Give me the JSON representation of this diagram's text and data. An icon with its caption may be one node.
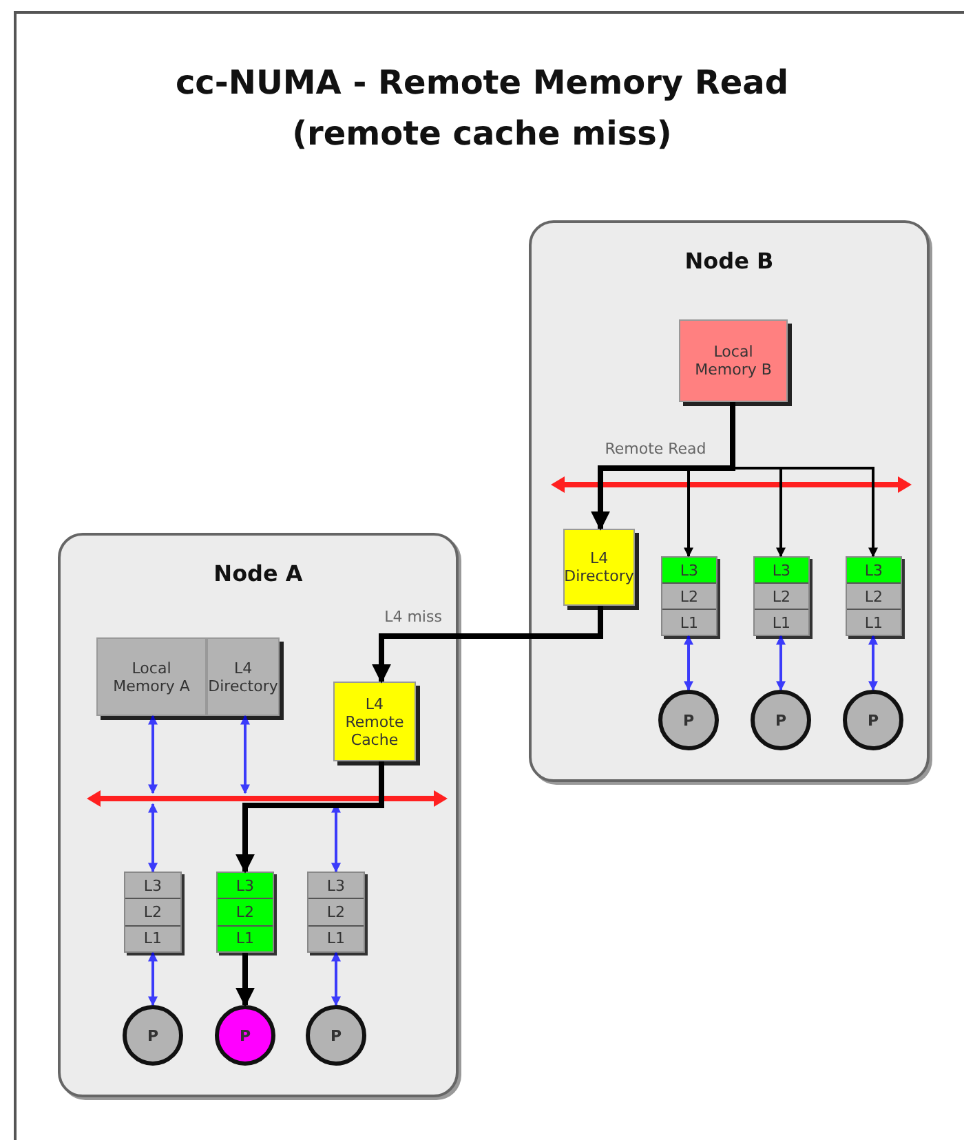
{
  "diagram": {
    "title": "cc-NUMA - Remote Memory Read (remote cache miss)",
    "nodes": [
      {
        "text": [
          "Node A"
        ]
      },
      {
        "text": [
          "Local Memory A"
        ],
        "in": 0
      },
      {
        "text": [
          "L4 Directory"
        ],
        "in": 0
      },
      {
        "text": [
          "L4 Remote Cache"
        ],
        "in": 0
      },
      {
        "text": [],
        "shape": "bar",
        "in": 0
      },
      {
        "text": [
          "L3",
          "L2",
          "L1"
        ],
        "in": 0
      },
      {
        "text": [
          "L3",
          "L2",
          "L1"
        ],
        "in": 0
      },
      {
        "text": [
          "L3",
          "L2",
          "L1"
        ],
        "in": 0
      },
      {
        "text": [
          "P"
        ],
        "in": 0
      },
      {
        "text": [
          "P"
        ],
        "in": 0
      },
      {
        "text": [
          "P"
        ],
        "in": 0
      },
      {
        "text": [
          "Node B"
        ]
      },
      {
        "text": [
          "Local Memory B"
        ],
        "in": 11
      },
      {
        "text": [],
        "shape": "bar",
        "in": 11
      },
      {
        "text": [
          "L4 Directory"
        ],
        "in": 11
      },
      {
        "text": [
          "L3",
          "L2",
          "L1"
        ],
        "in": 11
      },
      {
        "text": [
          "L3",
          "L2",
          "L1"
        ],
        "in": 11
      },
      {
        "text": [
          "L3",
          "L2",
          "L1"
        ],
        "in": 11
      },
      {
        "text": [
          "P"
        ],
        "in": 11
      },
      {
        "text": [
          "P"
        ],
        "in": 11
      },
      {
        "text": [
          "P"
        ],
        "in": 11
      }
    ],
    "edges": [
      {
        "from": 1,
        "to": 4,
        "arrow": "both"
      },
      {
        "from": 2,
        "to": 4,
        "arrow": "both"
      },
      {
        "from": 4,
        "to": 5,
        "arrow": "both"
      },
      {
        "from": 4,
        "to": 7,
        "arrow": "both"
      },
      {
        "from": 5,
        "to": 8,
        "arrow": "both"
      },
      {
        "from": 7,
        "to": 10,
        "arrow": "both"
      },
      {
        "from": 3,
        "to": 6,
        "arrow": "to",
        "style": "thick",
        "color": "#000000"
      },
      {
        "from": 6,
        "to": 9,
        "arrow": "to",
        "style": "thick",
        "color": "#000000"
      },
      {
        "from": 12,
        "to": 14,
        "arrow": "to",
        "label": "Remote Read",
        "style": "thick",
        "color": "#000000"
      },
      {
        "from": 12,
        "to": 15,
        "arrow": "to",
        "color": "#000000"
      },
      {
        "from": 12,
        "to": 16,
        "arrow": "to",
        "color": "#000000"
      },
      {
        "from": 12,
        "to": 17,
        "arrow": "to",
        "color": "#000000"
      },
      {
        "from": 14,
        "to": 3,
        "arrow": "to",
        "label": "L4 miss",
        "style": "thick",
        "color": "#000000"
      },
      {
        "from": 15,
        "to": 18,
        "arrow": "both"
      },
      {
        "from": 16,
        "to": 19,
        "arrow": "both"
      },
      {
        "from": 17,
        "to": 20,
        "arrow": "both"
      }
    ]
  }
}
